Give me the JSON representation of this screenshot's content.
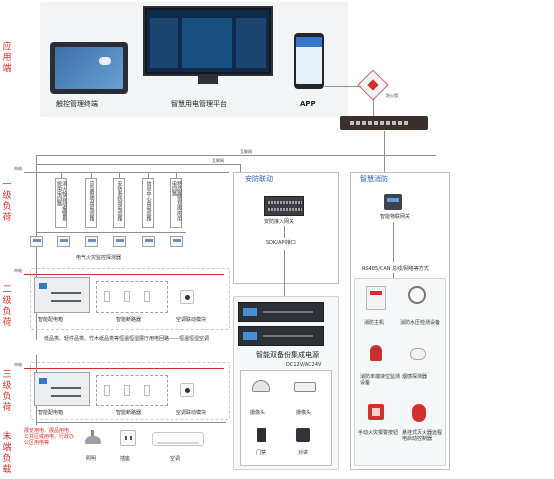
{
  "layers": {
    "application": "应用端",
    "level1": "一级负荷",
    "level2": "二级负荷",
    "level3": "三级负荷",
    "terminal": "末端负载"
  },
  "top": {
    "terminal_label": "触控管理终端",
    "platform_label": "智慧用电管理平台",
    "app_label": "APP",
    "firewall_label": "防火墙",
    "lan_label_1": "互联网",
    "lan_label_2": "互联网"
  },
  "level1": {
    "bus_label": "市电",
    "circuits": [
      "消火栓自动报警系统用电回路",
      "应急照明用电回路",
      "安防系统用电回路",
      "信息中心用电回路",
      "特品展馆及库房用电回路"
    ],
    "monitor_label": "电气火灾监控探测器"
  },
  "level2": {
    "bus_label": "市电",
    "meter_box": "智能配电箱",
    "breaker_box": "智能断路器",
    "ac_module": "空调联动模块",
    "note": "低品类、轻件品类、竹木纸品类等恒温恒湿展厅用电回路——恒温恒湿空调"
  },
  "level3": {
    "bus_label": "市电",
    "meter_box": "智能配电箱",
    "breaker_box": "智能断路器",
    "ac_module": "空调联动模块"
  },
  "terminal": {
    "note": "展览用电、展品用电、公共区域用电、行政办公区用电等",
    "items": [
      "照明",
      "插座",
      "空调"
    ]
  },
  "security": {
    "title": "安防联动",
    "gateway": "安防接入网关",
    "interface": "SDK/API接口",
    "device": "智能双备份集成电源",
    "voltage": "DC12V/AC24V",
    "items": [
      "摄像头",
      "摄像头",
      "门禁",
      "对讲"
    ]
  },
  "fire": {
    "title": "智慧消防",
    "gateway": "智能物联网关",
    "bus": "RS485/CAN 总线/网络等方式",
    "items": [
      "消防主机",
      "消防水压检测设备",
      "消防末端液位监测设备",
      "烟感探测器",
      "手动火灾报警按钮",
      "悬挂式灭火器远程电启动控制器"
    ]
  },
  "colors": {
    "accent_red": "#d0312d",
    "line_gray": "#8e8e8e",
    "panel_bg": "#f3f4f6"
  }
}
